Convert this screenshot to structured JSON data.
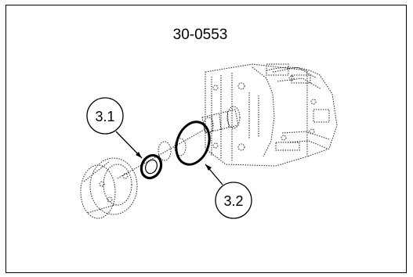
{
  "drawing": {
    "part_number": "30-0553",
    "callouts": [
      {
        "label": "3.1",
        "refers_to": "seal ring"
      },
      {
        "label": "3.2",
        "refers_to": "o-ring"
      }
    ]
  }
}
